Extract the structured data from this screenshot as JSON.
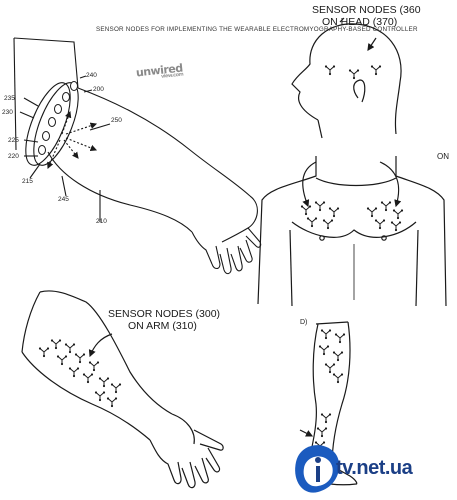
{
  "captions": {
    "top_title": "SENSOR NODES FOR IMPLEMENTING THE WEARABLE ELECTROMYOGRAPHY-BASED CONTROLLER",
    "head_line1": "SENSOR NODES (360",
    "head_line2": "ON HEAD (370)",
    "arm_line1": "SENSOR NODES (300)",
    "arm_line2": "ON ARM (310)",
    "on_fragment": "ON",
    "leg_fragment": "D)"
  },
  "reference_numbers": {
    "r240": "240",
    "r200": "200",
    "r235": "235",
    "r230": "230",
    "r250": "250",
    "r225": "225",
    "r220": "220",
    "r215": "215",
    "r245": "245",
    "r210": "210"
  },
  "watermarks": {
    "unwired_main": "unwired",
    "unwired_sub": "view.com",
    "tv_net": "tv.net.ua"
  },
  "colors": {
    "line": "#1a1a1a",
    "watermark_gray": "#8a8a8a",
    "watermark_blue": "#1b3f86"
  }
}
